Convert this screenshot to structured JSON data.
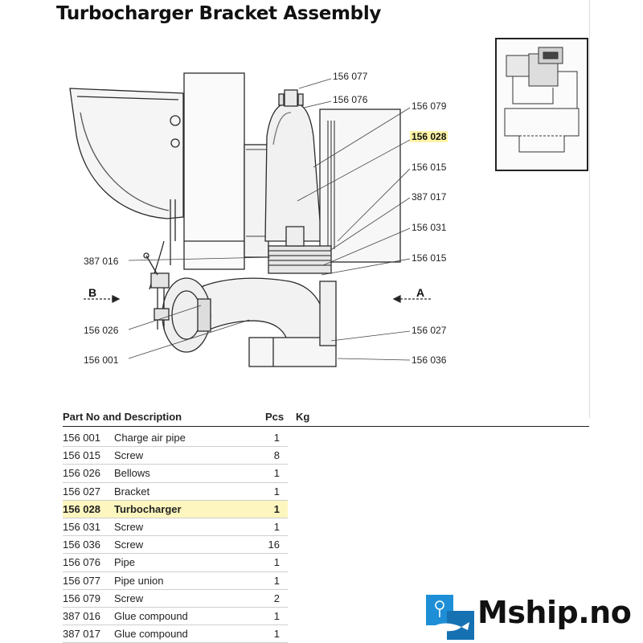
{
  "page": {
    "title": "Turbocharger Bracket Assembly",
    "brand": "Mship.no"
  },
  "callouts": {
    "p156077": "156 077",
    "p156076": "156 076",
    "p156079": "156 079",
    "p156028": "156 028",
    "p156015a": "156 015",
    "p387017": "387 017",
    "p156031": "156 031",
    "p156015b": "156 015",
    "p387016": "387 016",
    "p156026": "156 026",
    "p156001": "156 001",
    "p156027": "156 027",
    "p156036": "156 036"
  },
  "views": {
    "a": "A",
    "b": "B"
  },
  "table": {
    "headers": {
      "part": "Part No and Description",
      "pcs": "Pcs",
      "kg": "Kg"
    },
    "rows": [
      {
        "part_no": "156 001",
        "description": "Charge air pipe",
        "pcs": "1"
      },
      {
        "part_no": "156 015",
        "description": "Screw",
        "pcs": "8"
      },
      {
        "part_no": "156 026",
        "description": "Bellows",
        "pcs": "1"
      },
      {
        "part_no": "156 027",
        "description": "Bracket",
        "pcs": "1"
      },
      {
        "part_no": "156 028",
        "description": "Turbocharger",
        "pcs": "1"
      },
      {
        "part_no": "156 031",
        "description": "Screw",
        "pcs": "1"
      },
      {
        "part_no": "156 036",
        "description": "Screw",
        "pcs": "16"
      },
      {
        "part_no": "156 076",
        "description": "Pipe",
        "pcs": "1"
      },
      {
        "part_no": "156 077",
        "description": "Pipe union",
        "pcs": "1"
      },
      {
        "part_no": "156 079",
        "description": "Screw",
        "pcs": "2"
      },
      {
        "part_no": "387 016",
        "description": "Glue compound",
        "pcs": "1"
      },
      {
        "part_no": "387 017",
        "description": "Glue compound",
        "pcs": "1"
      }
    ],
    "highlight_row": 4
  },
  "colors": {
    "highlight": "#fdf3a6",
    "logo_blue": "#1e8fd6",
    "ink": "#222222"
  }
}
